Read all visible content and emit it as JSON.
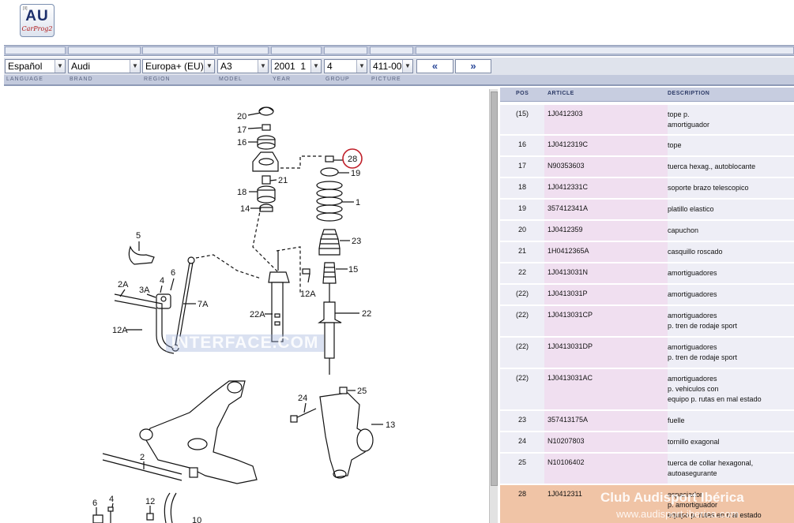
{
  "logo": {
    "text": "AU",
    "sub": "CarProg2",
    "tag": "[II]"
  },
  "selectors": [
    {
      "name": "language",
      "value": "Español"
    },
    {
      "name": "brand",
      "value": "Audi"
    },
    {
      "name": "region",
      "value": "Europa+ (EU)"
    },
    {
      "name": "model",
      "value": "A3"
    },
    {
      "name": "year",
      "value": "2001  1"
    },
    {
      "name": "group",
      "value": "4"
    },
    {
      "name": "picture",
      "value": "411-00"
    }
  ],
  "nav": {
    "prev": "«",
    "next": "»"
  },
  "labels": {
    "language": "LANGUAGE",
    "brand": "BRAND",
    "region": "REGION",
    "model": "MODEL",
    "year": "YEAR",
    "group": "GROUP",
    "picture": "PICTURE"
  },
  "diagram": {
    "callouts": [
      "20",
      "17",
      "16",
      "21",
      "18",
      "14",
      "28",
      "19",
      "1",
      "23",
      "15",
      "12A",
      "22",
      "22A",
      "5",
      "6",
      "4",
      "3A",
      "2A",
      "7A",
      "12A",
      "24",
      "25",
      "13",
      "2",
      "6",
      "4",
      "12",
      "10"
    ],
    "watermark": "INTERFACE.COM"
  },
  "table": {
    "headers": {
      "pos": "POS",
      "article": "ARTICLE",
      "description": "DESCRIPTION"
    },
    "rows": [
      {
        "pos": "(15)",
        "article": "1J0412303",
        "desc": [
          "tope p.",
          "amortiguador"
        ]
      },
      {
        "pos": "16",
        "article": "1J0412319C",
        "desc": [
          "tope"
        ]
      },
      {
        "pos": "17",
        "article": "N90353603",
        "desc": [
          "tuerca hexag., autoblocante"
        ]
      },
      {
        "pos": "18",
        "article": "1J0412331C",
        "desc": [
          "soporte brazo telescopico"
        ]
      },
      {
        "pos": "19",
        "article": "357412341A",
        "desc": [
          "platillo elastico"
        ]
      },
      {
        "pos": "20",
        "article": "1J0412359",
        "desc": [
          "capuchon"
        ]
      },
      {
        "pos": "21",
        "article": "1H0412365A",
        "desc": [
          "casquillo roscado"
        ]
      },
      {
        "pos": "22",
        "article": "1J0413031N",
        "desc": [
          "amortiguadores"
        ]
      },
      {
        "pos": "(22)",
        "article": "1J0413031P",
        "desc": [
          "amortiguadores"
        ]
      },
      {
        "pos": "(22)",
        "article": "1J0413031CP",
        "desc": [
          "amortiguadores",
          "p. tren de rodaje sport"
        ]
      },
      {
        "pos": "(22)",
        "article": "1J0413031DP",
        "desc": [
          "amortiguadores",
          "p. tren de rodaje sport"
        ]
      },
      {
        "pos": "(22)",
        "article": "1J0413031AC",
        "desc": [
          "amortiguadores",
          "p. vehiculos con",
          "equipo p. rutas en mal estado"
        ]
      },
      {
        "pos": "23",
        "article": "357413175A",
        "desc": [
          "fuelle"
        ]
      },
      {
        "pos": "24",
        "article": "N10207803",
        "desc": [
          "tornillo exagonal"
        ]
      },
      {
        "pos": "25",
        "article": "N10106402",
        "desc": [
          "tuerca de collar hexagonal,",
          "autoasegurante"
        ]
      },
      {
        "pos": "28",
        "article": "1J0412311",
        "desc": [
          "espaciador",
          "p. amortiguador",
          "equipo p. rutas en mal estado"
        ],
        "selected": true
      }
    ],
    "watermark": "Club Audisport Ibérica",
    "watermark2": "www.audisport-iberica.com"
  },
  "colors": {
    "bar": "#c3cadd",
    "article_col": "#f0dff0",
    "selected_row": "#f0c4a6",
    "highlight_circle": "#c0202a"
  }
}
